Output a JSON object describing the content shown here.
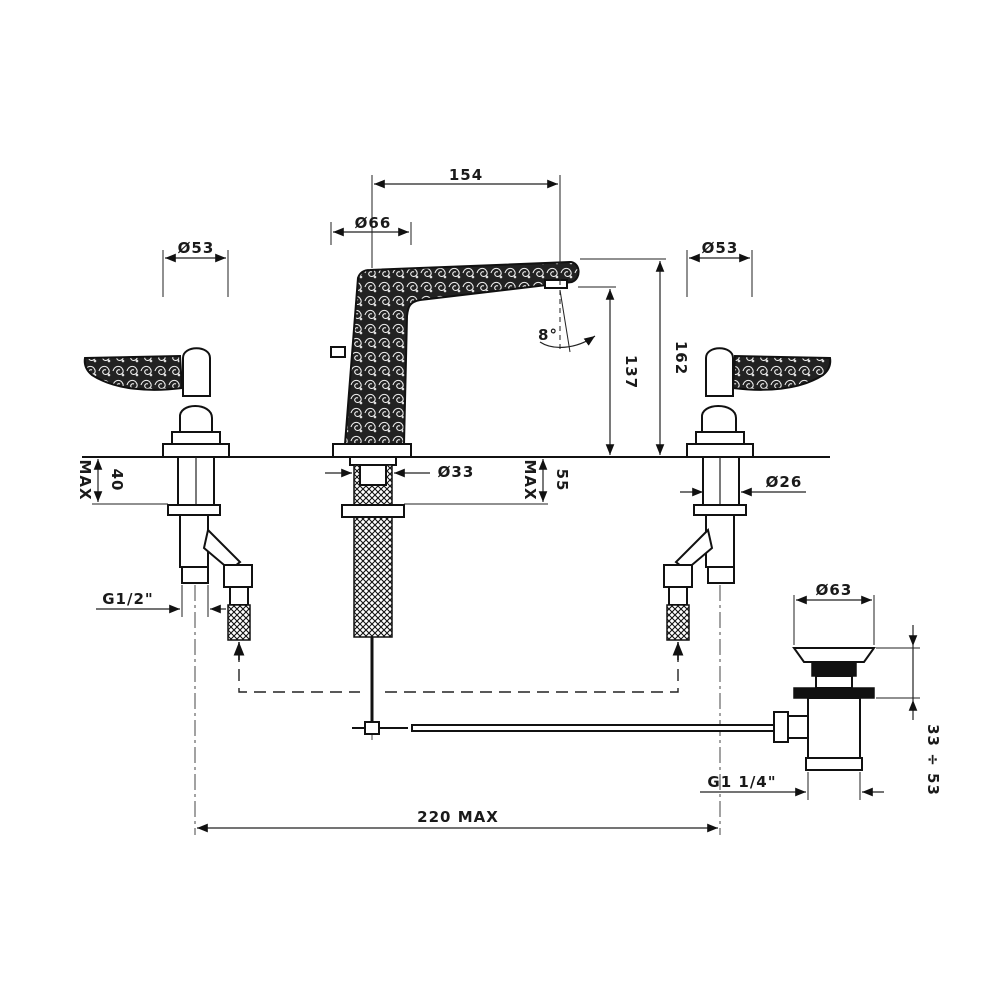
{
  "drawing": {
    "dimensions": {
      "spout_offset": "154",
      "spout_diameter": "Ø66",
      "left_handle_diameter": "Ø53",
      "right_handle_diameter": "Ø53",
      "spout_angle": "8°",
      "spout_outlet_height": "137",
      "total_height": "162",
      "left_max_thickness": "40",
      "left_max_label": "MAX",
      "hole_diameter": "Ø33",
      "center_max_thickness": "55",
      "center_max_label": "MAX",
      "valve_diameter": "Ø26",
      "inlet_thread": "G1/2\"",
      "drain_diameter": "Ø63",
      "drain_thread": "G1 1/4\"",
      "drain_height_range": "33 ÷ 53",
      "total_width": "220 MAX"
    }
  }
}
